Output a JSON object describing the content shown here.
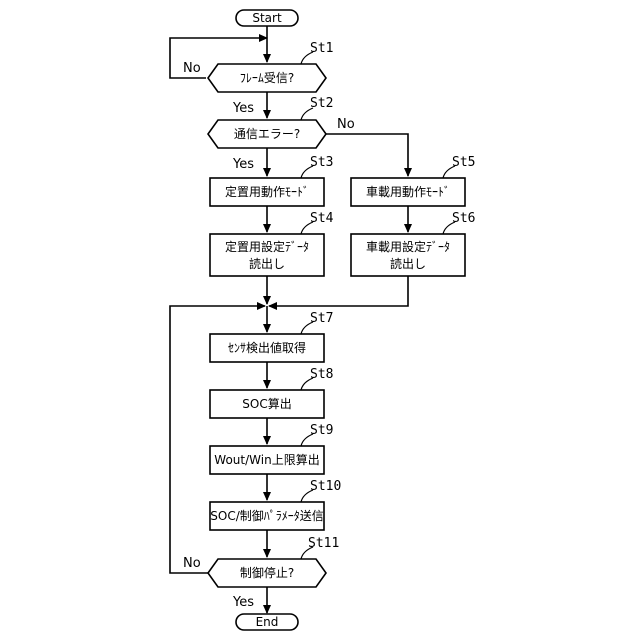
{
  "flowchart": {
    "start": "Start",
    "end": "End",
    "nodes": {
      "st1": {
        "step": "St1",
        "text": "ﾌﾚｰﾑ受信?"
      },
      "st2": {
        "step": "St2",
        "text": "通信エラー?"
      },
      "st3": {
        "step": "St3",
        "text": "定置用動作ﾓｰﾄﾞ"
      },
      "st4": {
        "step": "St4",
        "line1": "定置用設定ﾃﾞｰﾀ",
        "line2": "読出し"
      },
      "st5": {
        "step": "St5",
        "text": "車載用動作ﾓｰﾄﾞ"
      },
      "st6": {
        "step": "St6",
        "line1": "車載用設定ﾃﾞｰﾀ",
        "line2": "読出し"
      },
      "st7": {
        "step": "St7",
        "text": "ｾﾝｻ検出値取得"
      },
      "st8": {
        "step": "St8",
        "text": "SOC算出"
      },
      "st9": {
        "step": "St9",
        "text": "Wout/Win上限算出"
      },
      "st10": {
        "step": "St10",
        "text": "SOC/制御ﾊﾟﾗﾒｰﾀ送信"
      },
      "st11": {
        "step": "St11",
        "text": "制御停止?"
      }
    },
    "branch_labels": {
      "st1_no": "No",
      "st1_yes": "Yes",
      "st2_no": "No",
      "st2_yes": "Yes",
      "st11_no": "No",
      "st11_yes": "Yes"
    }
  }
}
